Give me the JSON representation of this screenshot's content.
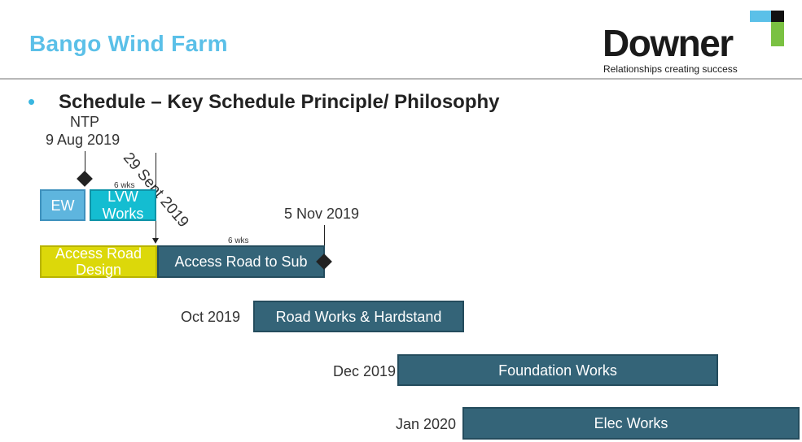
{
  "header": {
    "title": "Bango Wind Farm",
    "subtitle": "Schedule – Key Schedule Principle/ Philosophy"
  },
  "logo": {
    "wordmark": "Downer",
    "tagline": "Relationships creating success",
    "colors": {
      "blue": "#5bc0e8",
      "black": "#111111",
      "green": "#7ac142"
    }
  },
  "milestones": {
    "ntp_label": "NTP",
    "ntp_date": "9 Aug 2019",
    "sept_date": "29 Sept 2019",
    "nov_date": "5 Nov 2019"
  },
  "durations": {
    "lvw": "6 wks",
    "access_road": "6 wks"
  },
  "tasks": {
    "ew": "EW",
    "lvw_line1": "LVW",
    "lvw_line2": "Works",
    "design_line1": "Access Road",
    "design_line2": "Design",
    "access_road_sub": "Access Road to Sub",
    "road_works": "Road Works & Hardstand",
    "foundation": "Foundation Works",
    "elec": "Elec Works"
  },
  "start_labels": {
    "road_works": "Oct 2019",
    "foundation": "Dec 2019",
    "elec": "Jan 2020"
  },
  "colors": {
    "title": "#5bc0e8",
    "ew": "#5eb5de",
    "lvw": "#14bdd1",
    "design": "#dcd80a",
    "dark_task": "#346478"
  }
}
